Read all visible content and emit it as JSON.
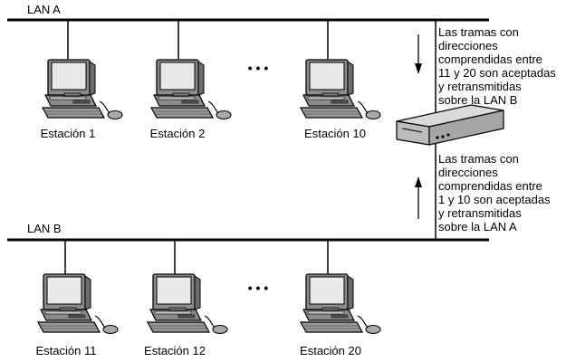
{
  "lan_a": {
    "label": "LAN A"
  },
  "lan_b": {
    "label": "LAN B"
  },
  "lan_a_stations": [
    "Estación 1",
    "Estación 2",
    "Estación 10"
  ],
  "lan_b_stations": [
    "Estación 11",
    "Estación 12",
    "Estación 20"
  ],
  "ellipsis": "• • •",
  "bridge_note_top": [
    "Las tramas con",
    "direcciones",
    "comprendidas entre",
    "11 y 20 son aceptadas",
    "y retransmitidas",
    "sobre la LAN B"
  ],
  "bridge_note_bottom": [
    "Las tramas con",
    "direcciones",
    "comprendidas entre",
    "1 y 10 son aceptadas",
    "y retransmitidas",
    "sobre la LAN A"
  ]
}
